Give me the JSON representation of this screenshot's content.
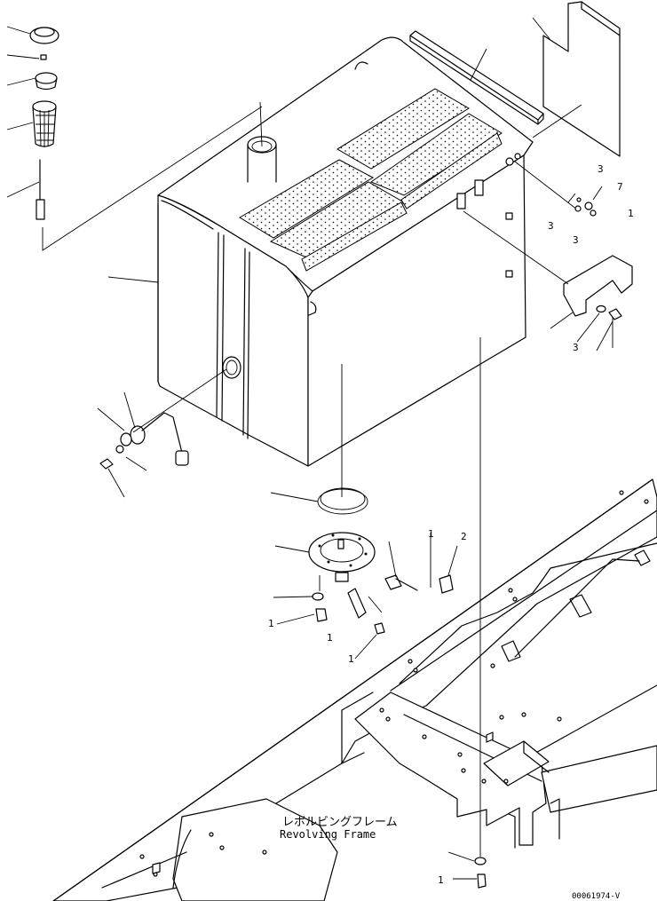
{
  "drawing": {
    "frame_label_jp": "レボルビングフレーム",
    "frame_label_en": "Revolving Frame",
    "drawing_number": "00061974-V",
    "callouts": {
      "c1": "3",
      "c2": "7",
      "c3": "1",
      "c4": "3",
      "c5": "3",
      "c6": "3",
      "c7": "1",
      "c8": "2",
      "c9": "1",
      "c10": "1",
      "c11": "1",
      "c12": "1"
    }
  }
}
